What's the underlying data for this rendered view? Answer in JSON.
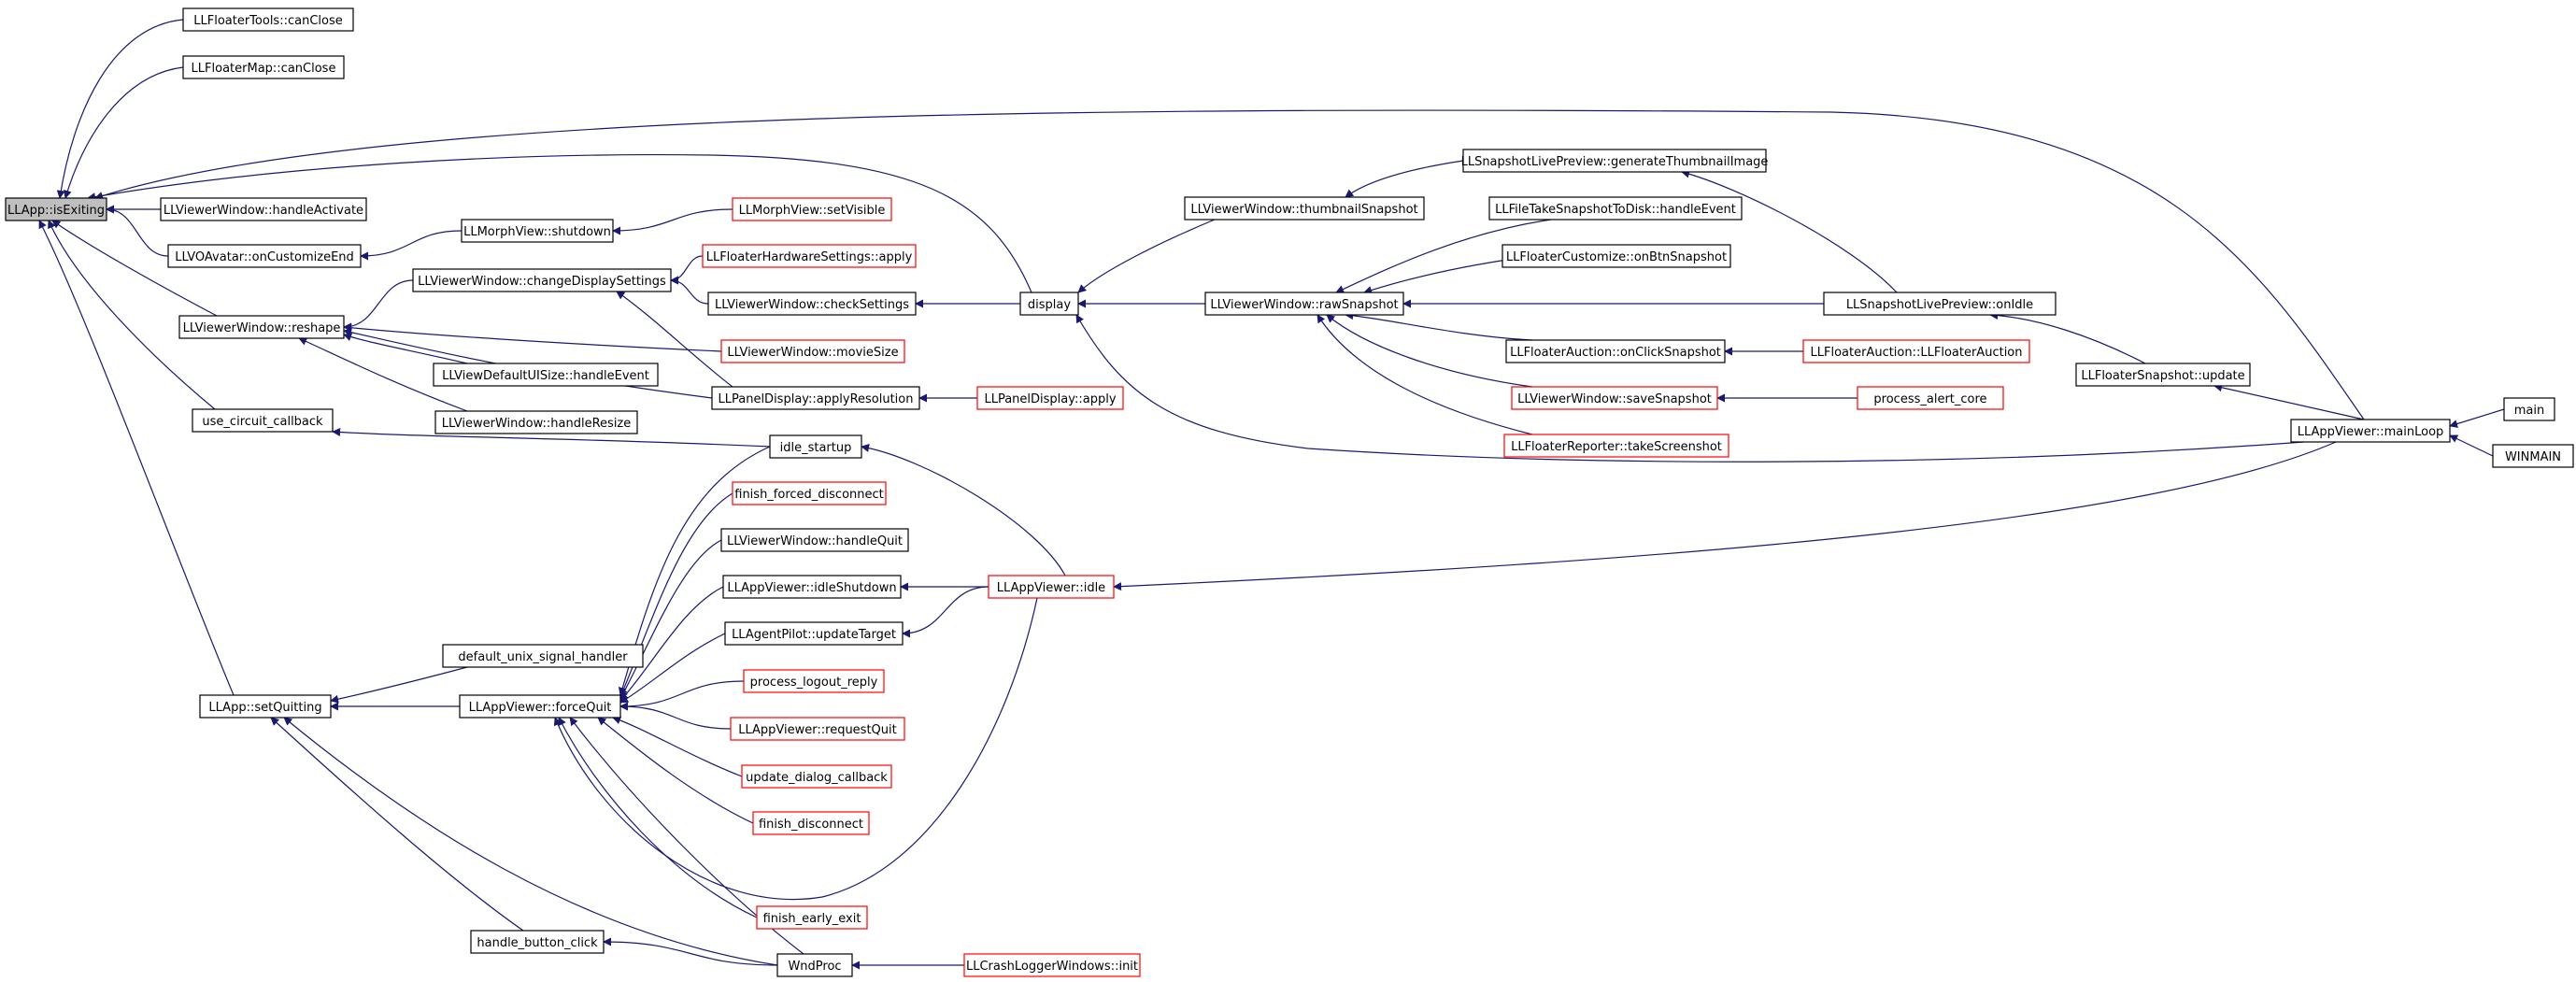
{
  "colors": {
    "edge": "#191970",
    "border_default": "#000000",
    "border_truncated": "#ff0000",
    "root_fill": "#bfbfbf"
  },
  "nodes": {
    "isExiting": {
      "label": "LLApp::isExiting",
      "kind": "root"
    },
    "toolsCanClose": {
      "label": "LLFloaterTools::canClose",
      "kind": "normal"
    },
    "mapCanClose": {
      "label": "LLFloaterMap::canClose",
      "kind": "normal"
    },
    "handleActivate": {
      "label": "LLViewerWindow::handleActivate",
      "kind": "normal"
    },
    "onCustomizeEnd": {
      "label": "LLVOAvatar::onCustomizeEnd",
      "kind": "normal"
    },
    "reshape": {
      "label": "LLViewerWindow::reshape",
      "kind": "normal"
    },
    "useCircuit": {
      "label": "use_circuit_callback",
      "kind": "normal"
    },
    "setQuitting": {
      "label": "LLApp::setQuitting",
      "kind": "normal"
    },
    "morphShutdown": {
      "label": "LLMorphView::shutdown",
      "kind": "normal"
    },
    "morphSetVisible": {
      "label": "LLMorphView::setVisible",
      "kind": "truncated"
    },
    "changeDisplay": {
      "label": "LLViewerWindow::changeDisplaySettings",
      "kind": "normal"
    },
    "hwApply": {
      "label": "LLFloaterHardwareSettings::apply",
      "kind": "truncated"
    },
    "checkSettings": {
      "label": "LLViewerWindow::checkSettings",
      "kind": "normal"
    },
    "moviesize": {
      "label": "LLViewerWindow::movieSize",
      "kind": "truncated"
    },
    "applyResolution": {
      "label": "LLPanelDisplay::applyResolution",
      "kind": "normal"
    },
    "panelApply": {
      "label": "LLPanelDisplay::apply",
      "kind": "truncated"
    },
    "defaultUISize": {
      "label": "LLViewDefaultUISize::handleEvent",
      "kind": "normal"
    },
    "handleResize": {
      "label": "LLViewerWindow::handleResize",
      "kind": "normal"
    },
    "display": {
      "label": "display",
      "kind": "normal"
    },
    "thumbnailSnapshot": {
      "label": "LLViewerWindow::thumbnailSnapshot",
      "kind": "normal"
    },
    "rawSnapshot": {
      "label": "LLViewerWindow::rawSnapshot",
      "kind": "normal"
    },
    "genThumb": {
      "label": "LLSnapshotLivePreview::generateThumbnailImage",
      "kind": "normal"
    },
    "fileTake": {
      "label": "LLFileTakeSnapshotToDisk::handleEvent",
      "kind": "normal"
    },
    "custBtn": {
      "label": "LLFloaterCustomize::onBtnSnapshot",
      "kind": "normal"
    },
    "onIdle": {
      "label": "LLSnapshotLivePreview::onIdle",
      "kind": "normal"
    },
    "auctionClick": {
      "label": "LLFloaterAuction::onClickSnapshot",
      "kind": "normal"
    },
    "auctionCtor": {
      "label": "LLFloaterAuction::LLFloaterAuction",
      "kind": "truncated"
    },
    "saveSnapshot": {
      "label": "LLViewerWindow::saveSnapshot",
      "kind": "truncated"
    },
    "alertCore": {
      "label": "process_alert_core",
      "kind": "truncated"
    },
    "takeScreenshot": {
      "label": "LLFloaterReporter::takeScreenshot",
      "kind": "truncated"
    },
    "snapUpdate": {
      "label": "LLFloaterSnapshot::update",
      "kind": "normal"
    },
    "mainLoop": {
      "label": "LLAppViewer::mainLoop",
      "kind": "normal"
    },
    "main": {
      "label": "main",
      "kind": "normal"
    },
    "winmain": {
      "label": "WINMAIN",
      "kind": "normal"
    },
    "idleStartup": {
      "label": "idle_startup",
      "kind": "normal"
    },
    "finishForced": {
      "label": "finish_forced_disconnect",
      "kind": "truncated"
    },
    "handleQuit": {
      "label": "LLViewerWindow::handleQuit",
      "kind": "normal"
    },
    "idleShutdown": {
      "label": "LLAppViewer::idleShutdown",
      "kind": "normal"
    },
    "appIdle": {
      "label": "LLAppViewer::idle",
      "kind": "truncated"
    },
    "updateTarget": {
      "label": "LLAgentPilot::updateTarget",
      "kind": "normal"
    },
    "logoutReply": {
      "label": "process_logout_reply",
      "kind": "truncated"
    },
    "defaultSignal": {
      "label": "default_unix_signal_handler",
      "kind": "normal"
    },
    "forceQuit": {
      "label": "LLAppViewer::forceQuit",
      "kind": "normal"
    },
    "requestQuit": {
      "label": "LLAppViewer::requestQuit",
      "kind": "truncated"
    },
    "updateDialog": {
      "label": "update_dialog_callback",
      "kind": "truncated"
    },
    "finishDisconnect": {
      "label": "finish_disconnect",
      "kind": "truncated"
    },
    "finishEarly": {
      "label": "finish_early_exit",
      "kind": "truncated"
    },
    "handleButton": {
      "label": "handle_button_click",
      "kind": "normal"
    },
    "wndProc": {
      "label": "WndProc",
      "kind": "normal"
    },
    "crashInit": {
      "label": "LLCrashLoggerWindows::init",
      "kind": "truncated"
    }
  },
  "edges": [
    [
      "toolsCanClose",
      "isExiting"
    ],
    [
      "mapCanClose",
      "isExiting"
    ],
    [
      "handleActivate",
      "isExiting"
    ],
    [
      "onCustomizeEnd",
      "isExiting"
    ],
    [
      "reshape",
      "isExiting"
    ],
    [
      "useCircuit",
      "isExiting"
    ],
    [
      "setQuitting",
      "isExiting"
    ],
    [
      "display",
      "isExiting"
    ],
    [
      "mainLoop",
      "isExiting"
    ],
    [
      "morphShutdown",
      "onCustomizeEnd"
    ],
    [
      "morphSetVisible",
      "morphShutdown"
    ],
    [
      "changeDisplay",
      "reshape"
    ],
    [
      "moviesize",
      "reshape"
    ],
    [
      "applyResolution",
      "reshape"
    ],
    [
      "defaultUISize",
      "reshape"
    ],
    [
      "handleResize",
      "reshape"
    ],
    [
      "hwApply",
      "changeDisplay"
    ],
    [
      "checkSettings",
      "changeDisplay"
    ],
    [
      "applyResolution",
      "changeDisplay"
    ],
    [
      "display",
      "checkSettings"
    ],
    [
      "panelApply",
      "applyResolution"
    ],
    [
      "idleStartup",
      "useCircuit"
    ],
    [
      "thumbnailSnapshot",
      "display"
    ],
    [
      "rawSnapshot",
      "display"
    ],
    [
      "mainLoop",
      "display"
    ],
    [
      "genThumb",
      "thumbnailSnapshot"
    ],
    [
      "fileTake",
      "rawSnapshot"
    ],
    [
      "custBtn",
      "rawSnapshot"
    ],
    [
      "onIdle",
      "rawSnapshot"
    ],
    [
      "auctionClick",
      "rawSnapshot"
    ],
    [
      "saveSnapshot",
      "rawSnapshot"
    ],
    [
      "takeScreenshot",
      "rawSnapshot"
    ],
    [
      "onIdle",
      "genThumb"
    ],
    [
      "auctionCtor",
      "auctionClick"
    ],
    [
      "alertCore",
      "saveSnapshot"
    ],
    [
      "snapUpdate",
      "onIdle"
    ],
    [
      "mainLoop",
      "snapUpdate"
    ],
    [
      "main",
      "mainLoop"
    ],
    [
      "winmain",
      "mainLoop"
    ],
    [
      "appIdle",
      "idleStartup"
    ],
    [
      "appIdle",
      "idleShutdown"
    ],
    [
      "appIdle",
      "updateTarget"
    ],
    [
      "mainLoop",
      "appIdle"
    ],
    [
      "defaultSignal",
      "setQuitting"
    ],
    [
      "forceQuit",
      "setQuitting"
    ],
    [
      "handleButton",
      "setQuitting"
    ],
    [
      "wndProc",
      "setQuitting"
    ],
    [
      "idleStartup",
      "forceQuit"
    ],
    [
      "finishForced",
      "forceQuit"
    ],
    [
      "handleQuit",
      "forceQuit"
    ],
    [
      "idleShutdown",
      "forceQuit"
    ],
    [
      "updateTarget",
      "forceQuit"
    ],
    [
      "logoutReply",
      "forceQuit"
    ],
    [
      "requestQuit",
      "forceQuit"
    ],
    [
      "updateDialog",
      "forceQuit"
    ],
    [
      "finishDisconnect",
      "forceQuit"
    ],
    [
      "finishEarly",
      "forceQuit"
    ],
    [
      "wndProc",
      "forceQuit"
    ],
    [
      "appIdle",
      "forceQuit"
    ],
    [
      "wndProc",
      "handleButton"
    ],
    [
      "crashInit",
      "wndProc"
    ]
  ]
}
